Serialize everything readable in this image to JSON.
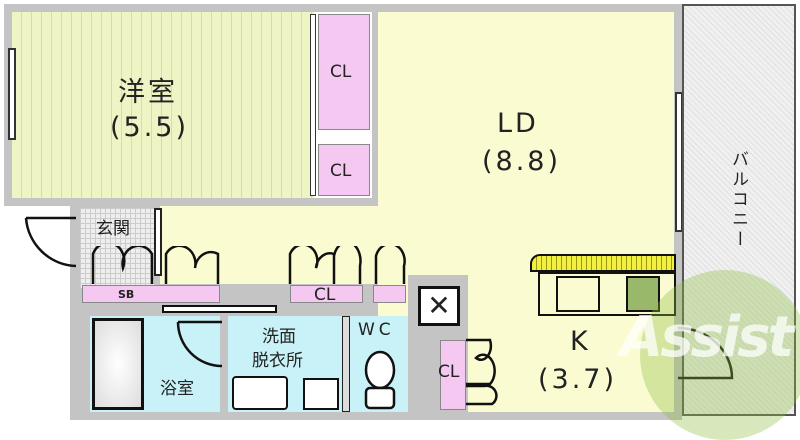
{
  "rooms": {
    "western": {
      "name": "洋室",
      "size": "(5.5)"
    },
    "ld": {
      "name": "LD",
      "size": "(8.8)"
    },
    "kitchen": {
      "name": "K",
      "size": "(3.7)"
    },
    "balcony": {
      "name": "バルコニー"
    },
    "entrance": {
      "name": "玄関"
    },
    "shoe_box": {
      "name": "SB"
    },
    "bath": {
      "name": "浴室"
    },
    "washroom": {
      "name": "洗面\n脱衣所",
      "line1": "洗面",
      "line2": "脱衣所"
    },
    "toilet": {
      "name": "WC"
    },
    "closets": [
      "CL",
      "CL",
      "CL",
      "CL"
    ]
  },
  "colors": {
    "western_floor": "#eef4c4",
    "ld_floor": "#fbfbd2",
    "closet": "#f4c8f0",
    "wet_area": "#c8f2f8",
    "wall": "#c4c4c4",
    "counter": "#f4f040",
    "logo": "#8cbf3f"
  },
  "logo": {
    "text": "Assist"
  }
}
